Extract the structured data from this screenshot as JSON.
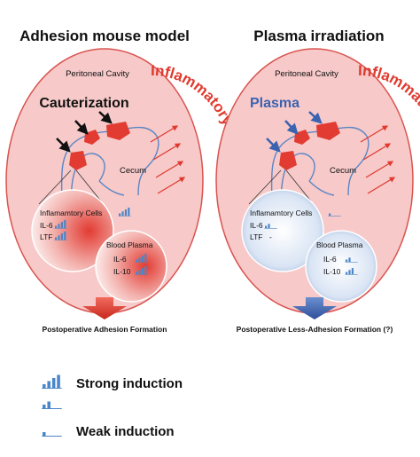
{
  "colors": {
    "oval_fill": "#f7c9c9",
    "oval_stroke": "#d9534f",
    "red_accent": "#e03a2f",
    "blue_accent": "#3b63b0",
    "bar_blue": "#4a86c8",
    "vessel": "#5b86c4"
  },
  "left": {
    "title": "Adhesion mouse model",
    "cavity_label": "Peritoneal Cavity",
    "stimulus_label": "Cauterization",
    "arc_label": "Inflammatory Proteins",
    "organ_label": "Cecum",
    "cells_box": {
      "title": "Inflamamtory Cells",
      "row1": "IL-6",
      "row2": "LTF"
    },
    "plasma_box": {
      "title": "Blood Plasma",
      "row1": "IL-6",
      "row2": "IL-10"
    },
    "outcome": "Postoperative Adhesion Formation"
  },
  "right": {
    "title": "Plasma irradiation",
    "cavity_label": "Peritoneal Cavity",
    "stimulus_label": "Plasma",
    "arc_label": "Inflammatory Proteins",
    "organ_label": "Cecum",
    "cells_box": {
      "title": "Inflamamtory Cells",
      "row1": "IL-6",
      "row2": "LTF",
      "row2_value": "-"
    },
    "plasma_box": {
      "title": "Blood Plasma",
      "row1": "IL-6",
      "row2": "IL-10"
    },
    "outcome": "Postoperative Less-Adhesion Formation (?)"
  },
  "legend": {
    "strong": "Strong induction",
    "weak": "Weak induction"
  },
  "icons": [
    "arrow-icon",
    "bar-level-icon",
    "block-arrow-icon"
  ]
}
